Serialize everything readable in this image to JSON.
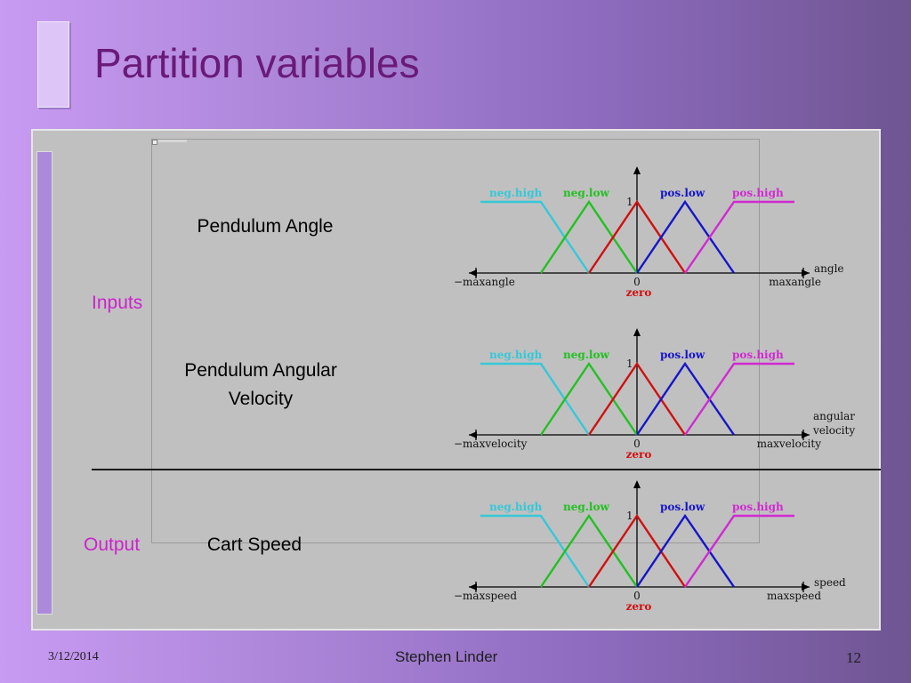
{
  "slide": {
    "title": "Partition variables",
    "footer": {
      "date": "3/12/2014",
      "author": "Stephen Linder",
      "page": "12"
    }
  },
  "labels": {
    "inputs": "Inputs",
    "output": "Output",
    "angle_var": "Pendulum Angle",
    "velocity_var_line1": "Pendulum Angular",
    "velocity_var_line2": "Velocity",
    "speed_var": "Cart Speed"
  },
  "colors": {
    "neg_high": "#35c8d8",
    "neg_low": "#22c022",
    "zero": "#d01010",
    "pos_low": "#1515c8",
    "pos_high": "#d02ad0"
  },
  "fuzzy_sets": [
    "neg.high",
    "neg.low",
    "pos.low",
    "pos.high"
  ],
  "graphs": [
    {
      "id": "angle",
      "min_label": "−maxangle",
      "max_label": "maxangle",
      "axis_name_1": "angle",
      "axis_name_2": "",
      "zero_label": "0",
      "zero_set": "zero",
      "peak_label": "1"
    },
    {
      "id": "velocity",
      "min_label": "−maxvelocity",
      "max_label": "maxvelocity",
      "axis_name_1": "angular",
      "axis_name_2": "velocity",
      "zero_label": "0",
      "zero_set": "zero",
      "peak_label": "1"
    },
    {
      "id": "speed",
      "min_label": "−maxspeed",
      "max_label": "maxspeed",
      "axis_name_1": "speed",
      "axis_name_2": "",
      "zero_label": "0",
      "zero_set": "zero",
      "peak_label": "1"
    }
  ]
}
